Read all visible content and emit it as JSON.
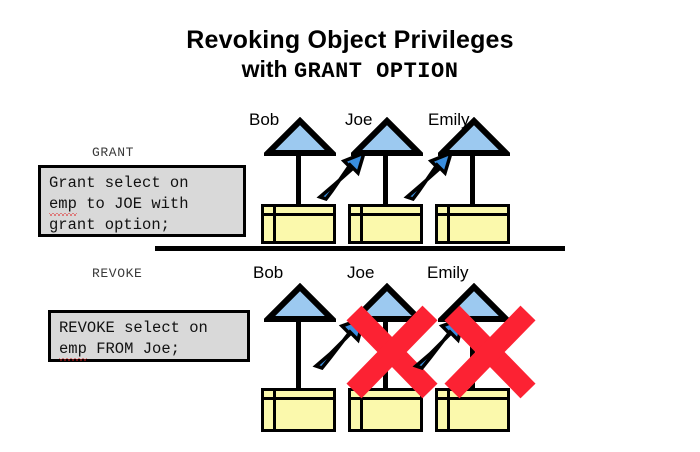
{
  "title": {
    "line1": "Revoking Object Privileges",
    "line2_prefix": "with ",
    "line2_mono": "GRANT OPTION"
  },
  "colors": {
    "page_background": "#ffffff",
    "text": "#000000",
    "code_box_fill": "#d9d9d9",
    "code_box_border": "#000000",
    "table_fill": "#fbf9ac",
    "table_border": "#000000",
    "person_head_fill": "#9cc9f0",
    "person_head_border": "#000000",
    "arrow_fill": "#3a8ede",
    "arrow_border": "#000000",
    "x_mark": "#fc2233",
    "spelling_error_underline": "#e02020"
  },
  "sections": [
    {
      "id": "grant",
      "caption": "GRANT",
      "code_lines": [
        [
          {
            "text": "Grant select on",
            "error": false
          }
        ],
        [
          {
            "text": "emp",
            "error": true
          },
          {
            "text": " to JOE with",
            "error": false
          }
        ],
        [
          {
            "text": "grant option;",
            "error": false
          }
        ]
      ],
      "people": [
        {
          "name": "Bob",
          "has_incoming_arrow": false,
          "revoked": false
        },
        {
          "name": "Joe",
          "has_incoming_arrow": true,
          "revoked": false
        },
        {
          "name": "Emily",
          "has_incoming_arrow": true,
          "revoked": false
        }
      ]
    },
    {
      "id": "revoke",
      "caption": "REVOKE",
      "code_lines": [
        [
          {
            "text": "REVOKE select on",
            "error": false
          }
        ],
        [
          {
            "text": "emp",
            "error": true
          },
          {
            "text": " FROM Joe;",
            "error": false
          }
        ]
      ],
      "people": [
        {
          "name": "Bob",
          "has_incoming_arrow": false,
          "revoked": false
        },
        {
          "name": "Joe",
          "has_incoming_arrow": true,
          "revoked": true
        },
        {
          "name": "Emily",
          "has_incoming_arrow": true,
          "revoked": true
        }
      ]
    }
  ],
  "icons": {
    "person_head": "triangle-head-icon",
    "table": "database-table-icon",
    "grant_arrow": "grant-arrow-icon",
    "revoke_cross": "red-x-icon"
  }
}
